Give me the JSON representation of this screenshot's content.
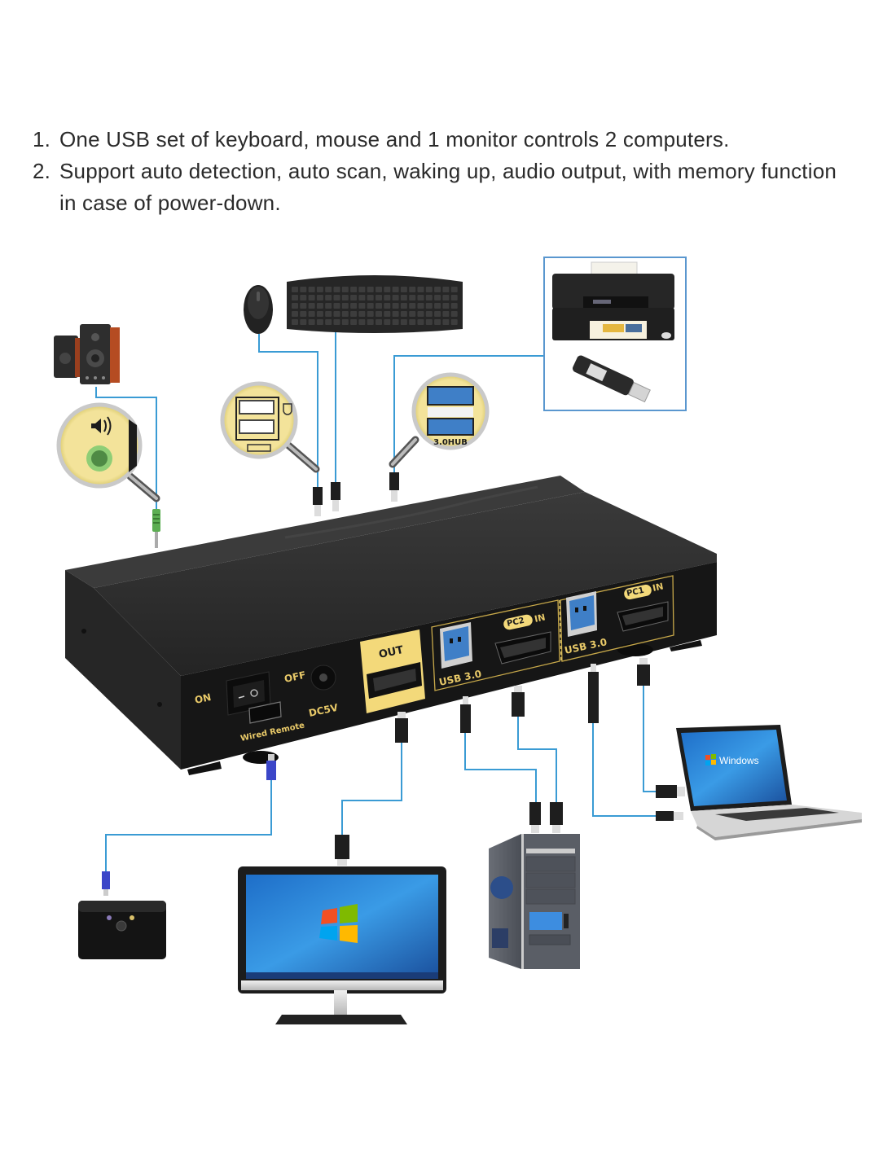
{
  "features": [
    {
      "number": "1.",
      "text": "One USB set of keyboard, mouse and 1 monitor controls 2 computers."
    },
    {
      "number": "2.",
      "text": "Support auto detection, auto scan, waking up, audio output, with memory function in case of power-down."
    }
  ],
  "kvm_switch": {
    "power_on_label": "ON",
    "power_off_label": "OFF",
    "dc_label": "DC5V",
    "wired_remote_label": "Wired Remote",
    "hdmi_out_label": "OUT",
    "pc2_badge": "PC2",
    "pc2_in_label": "IN",
    "pc1_badge": "PC1",
    "pc1_in_label": "IN",
    "usb_pc2_label": "USB 3.0",
    "usb_pc1_label": "USB 3.0"
  },
  "callouts": {
    "hub_label": "3.0HUB"
  },
  "devices": {
    "laptop_brand": "Windows"
  },
  "colors": {
    "cable": "#3a9bd4",
    "gold_panel": "#f3d97a",
    "label_gold": "#e8c968",
    "switch_body": "#1e1e1e",
    "usb_blue": "#3f7fc7",
    "frame_blue": "#5a97cf",
    "audio_green": "#5cae52"
  }
}
